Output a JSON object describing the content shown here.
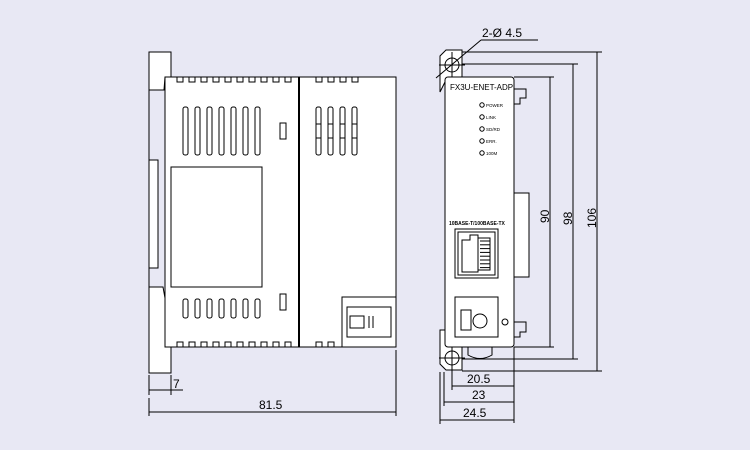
{
  "drawing": {
    "model_label": "FX3U-ENET-ADP",
    "leds": [
      "POWER",
      "LINK",
      "SD/RD",
      "ERR.",
      "100M"
    ],
    "port_label": "10BASE-T/100BASE-TX",
    "hole_callout": "2-Ø 4.5",
    "dimensions": {
      "height_outer": "106",
      "height_mid": "98",
      "height_inner": "90",
      "width_20_5": "20.5",
      "width_23": "23",
      "width_24_5": "24.5",
      "rail_depth": "7",
      "total_depth": "81.5"
    }
  }
}
